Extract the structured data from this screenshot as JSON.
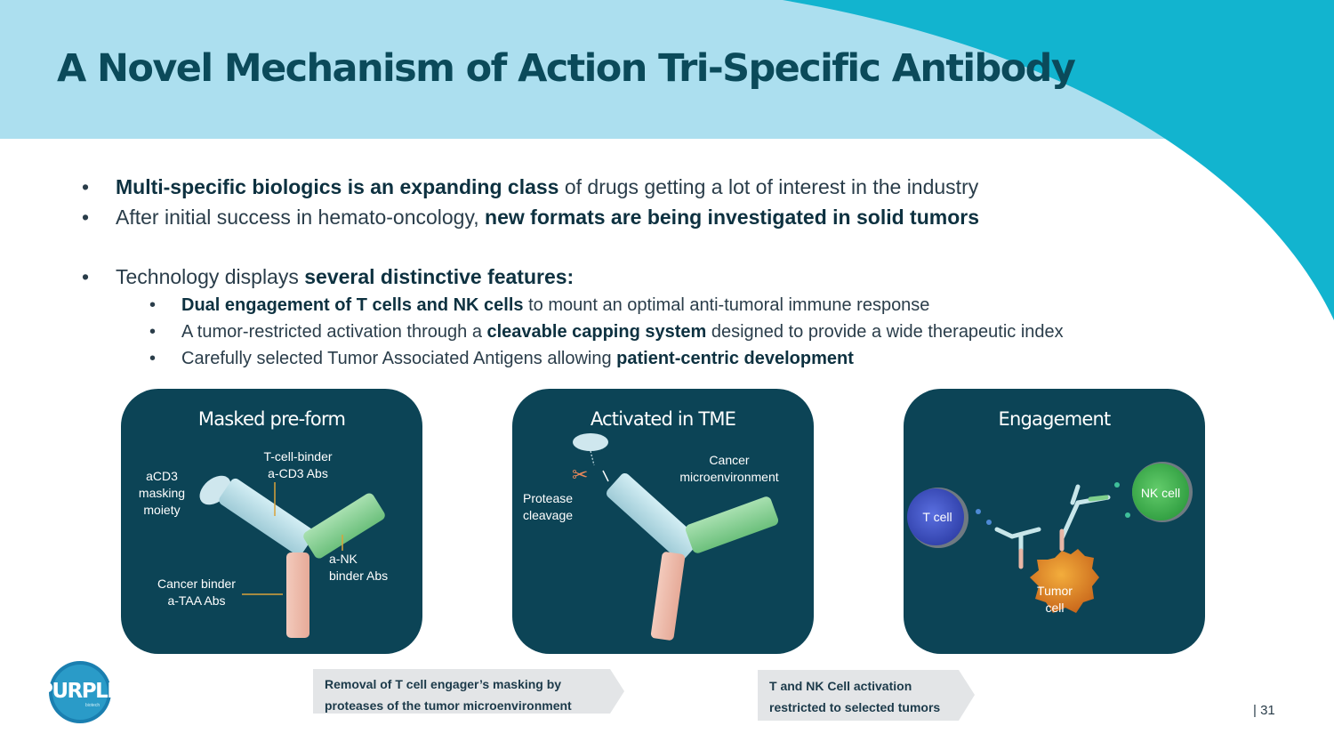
{
  "slide": {
    "title": "A Novel Mechanism of Action Tri-Specific Antibody",
    "page_number": "| 31"
  },
  "bullets": {
    "b1": {
      "strong": "Multi-specific biologics is an expanding class",
      "rest": " of drugs getting a lot of interest in the industry"
    },
    "b2": {
      "rest": "After initial success in hemato-oncology, ",
      "strong": "new formats are being investigated in solid tumors"
    },
    "b3": {
      "rest": "Technology displays ",
      "strong": "several distinctive features:"
    },
    "sub1": {
      "strong": "Dual engagement of T cells and NK cells",
      "rest": " to mount an optimal anti-tumoral immune response"
    },
    "sub2": {
      "pre": "A tumor-restricted activation through a ",
      "strong": "cleavable capping system",
      "post": " designed to provide a wide therapeutic index"
    },
    "sub3": {
      "rest": "Carefully selected Tumor Associated Antigens allowing ",
      "strong": "patient-centric development"
    }
  },
  "panels": {
    "masked": {
      "title": "Masked pre-form",
      "masking_label": [
        "aCD3",
        "masking",
        "moiety"
      ],
      "tcell_binder_label": [
        "T-cell-binder",
        "a-CD3 Abs"
      ],
      "nk_binder_label": [
        "a-NK",
        "binder Abs"
      ],
      "cancer_binder_label": [
        "Cancer binder",
        "a-TAA Abs"
      ]
    },
    "activated": {
      "title": "Activated in TME",
      "protease_label": [
        "Protease",
        "cleavage"
      ],
      "cancer_env_label": [
        "Cancer",
        "microenvironment"
      ]
    },
    "engagement": {
      "title": "Engagement",
      "tcell_label": "T cell",
      "nkcell_label": "NK cell",
      "tumor_label": [
        "Tumor",
        "cell"
      ]
    }
  },
  "callouts": {
    "left": [
      "Removal of T cell engager’s masking by",
      "proteases of the tumor microenvironment"
    ],
    "right": [
      "T and NK Cell activation",
      "restricted to selected tumors"
    ]
  },
  "logo": {
    "text": "PURPLE",
    "subtext": "biotech"
  },
  "colors": {
    "title": "#0b4a5a",
    "panel_bg": "#0c4456",
    "header_band": "#acdfef",
    "teal_arc": "#12b4cf",
    "callout_bg": "#e3e5e7",
    "logo_blue": "#1a7fb0"
  }
}
